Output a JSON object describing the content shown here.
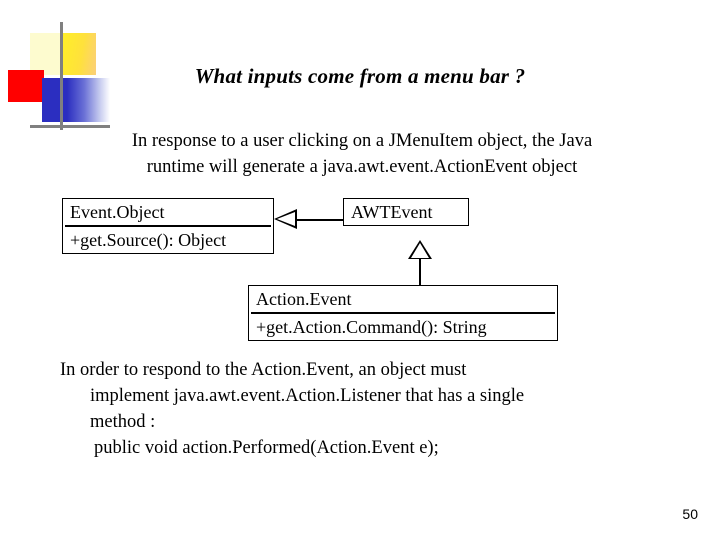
{
  "slide": {
    "title": "What inputs come from a menu bar ?",
    "page_number": "50"
  },
  "logo": {
    "colors": {
      "pale_yellow": "#fdfbcf",
      "yellow": "#ffef28",
      "red": "#ff0000",
      "blue": "#2b2ec0",
      "rule_gray": "#808080"
    }
  },
  "intro": {
    "line1": "In response to a user clicking on a JMenuItem object, the Java",
    "line2": "runtime will generate a java.awt.event.ActionEvent object"
  },
  "diagram": {
    "type": "uml-class-inheritance",
    "classes": [
      {
        "id": "event-object",
        "name": "Event.Object",
        "members": [
          "+get.Source(): Object"
        ]
      },
      {
        "id": "awt-event",
        "name": "AWTEvent",
        "members": []
      },
      {
        "id": "action-event",
        "name": "Action.Event",
        "members": [
          "+get.Action.Command(): String"
        ]
      }
    ],
    "relations": [
      {
        "from": "awt-event",
        "to": "event-object",
        "kind": "generalization"
      },
      {
        "from": "action-event",
        "to": "awt-event",
        "kind": "generalization"
      }
    ]
  },
  "outro": {
    "line1": "In order to respond to the Action.Event, an object must",
    "line2": "implement java.awt.event.Action.Listener that has a single",
    "line3": "method :",
    "line4": "public void action.Performed(Action.Event e);"
  }
}
